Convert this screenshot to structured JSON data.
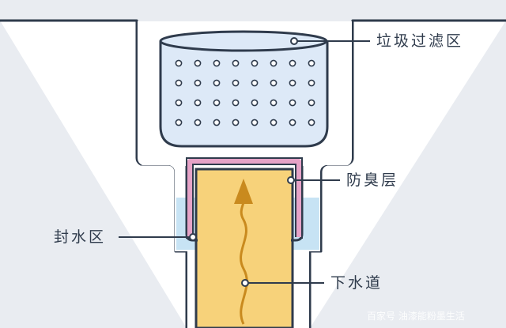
{
  "diagram": {
    "labels": {
      "filter_zone": "垃圾过滤区",
      "odor_layer": "防臭层",
      "water_seal_zone": "封水区",
      "drain_pipe": "下水道"
    },
    "watermark": "百家号 油漆能粉墨生活"
  },
  "colors": {
    "background": "#e9ecf1",
    "outline": "#2f3b4c",
    "basket_fill": "#dde9f7",
    "water": "#c7e3f4",
    "pipe_fill": "#f7d27a",
    "arrow": "#c98a1e",
    "odor_layer": "#e6a3c7"
  }
}
